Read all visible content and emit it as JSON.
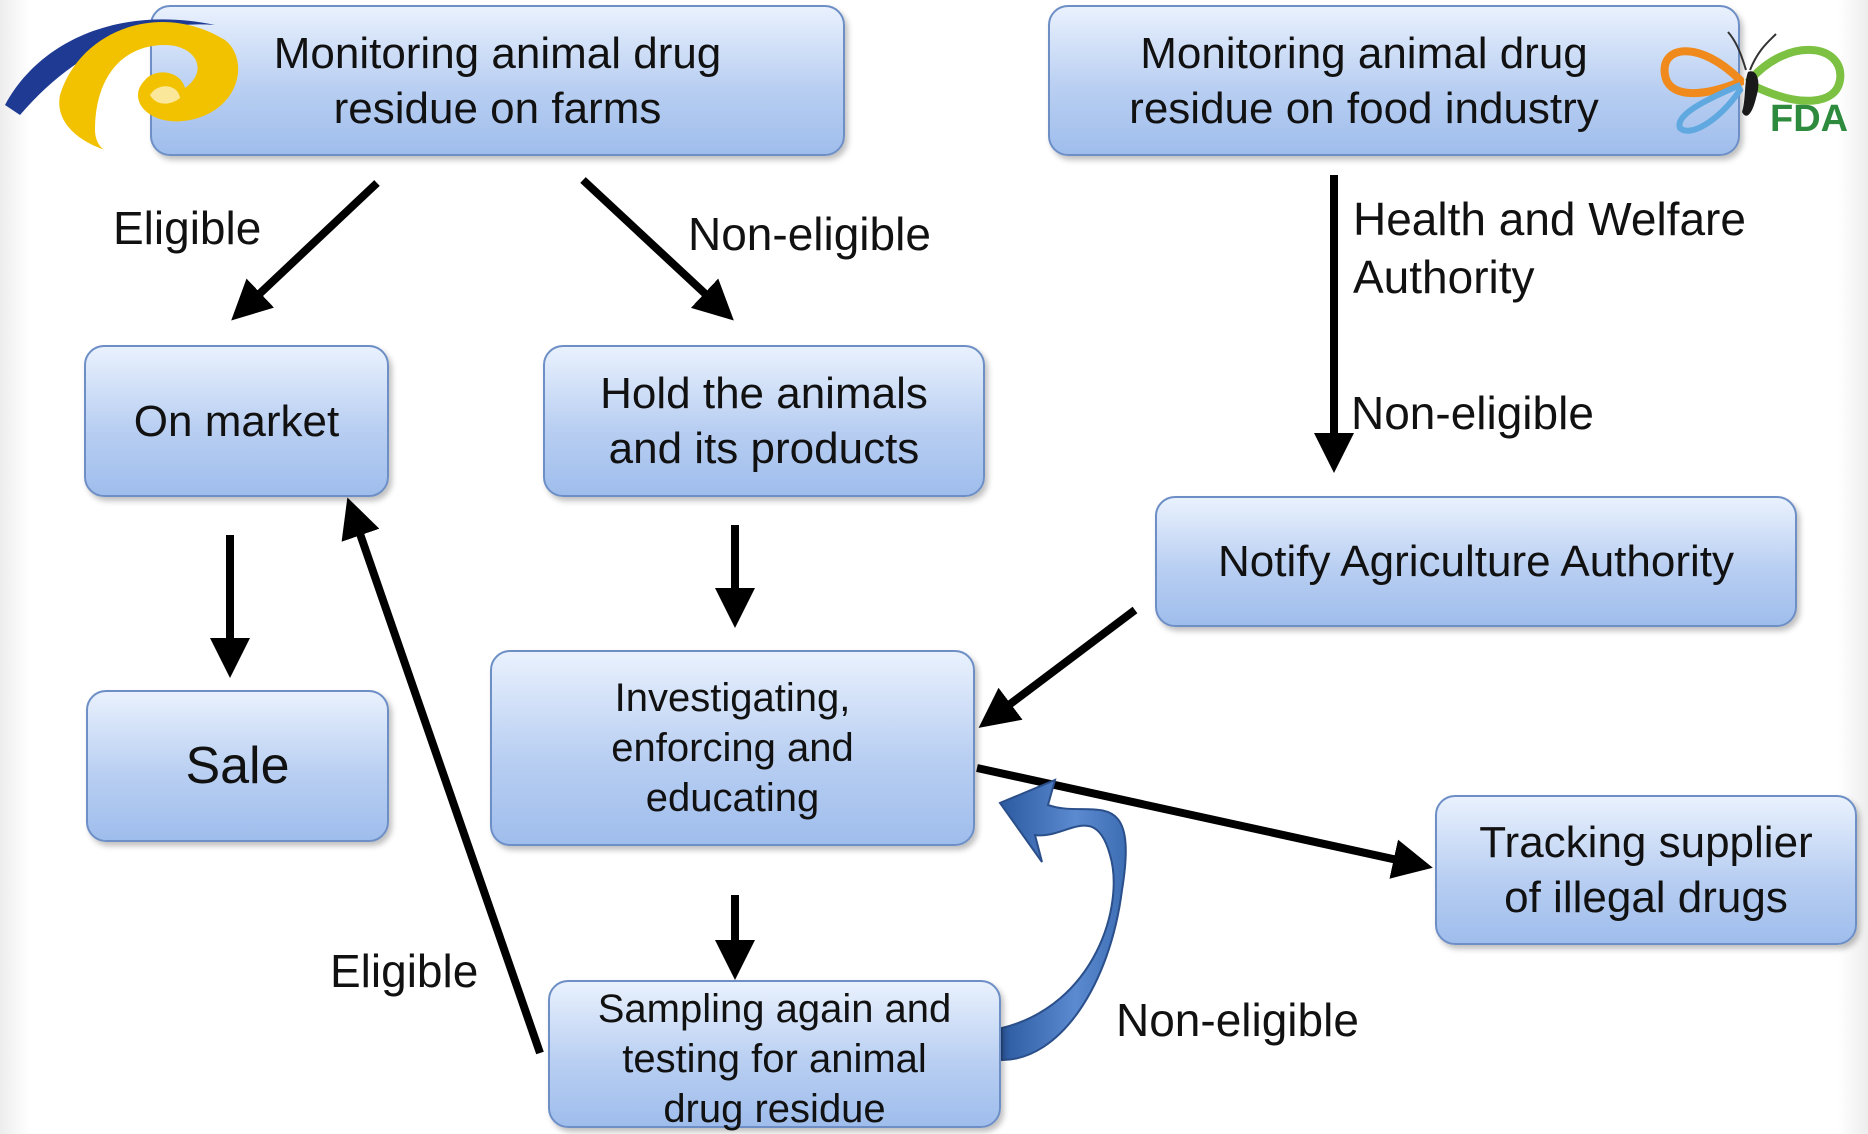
{
  "nodes": {
    "farms": "Monitoring animal drug\nresidue on farms",
    "food_industry": "Monitoring animal drug\nresidue on food industry",
    "on_market": "On market",
    "hold": "Hold the animals\nand its products",
    "notify": "Notify Agriculture Authority",
    "sale": "Sale",
    "investigating": "Investigating,\nenforcing and\neducating",
    "tracking": "Tracking supplier\nof illegal drugs",
    "sampling": "Sampling again and\ntesting for animal\ndrug residue"
  },
  "edge_labels": {
    "eligible_top": "Eligible",
    "non_eligible_top": "Non-eligible",
    "health_welfare": "Health and Welfare\nAuthority",
    "non_eligible_right": "Non-eligible",
    "eligible_bottom": "Eligible",
    "non_eligible_bottom": "Non-eligible"
  },
  "logos": {
    "fda_text": "FDA"
  },
  "colors": {
    "box_border": "#6d8fc6",
    "box_fill_top": "#e9f1fd",
    "box_fill_bottom": "#9fbdec",
    "loop_arrow": "#3d6db3",
    "logo_blue": "#1f3a93",
    "logo_yellow": "#f2c200",
    "fda_green": "#2e8b3d"
  }
}
